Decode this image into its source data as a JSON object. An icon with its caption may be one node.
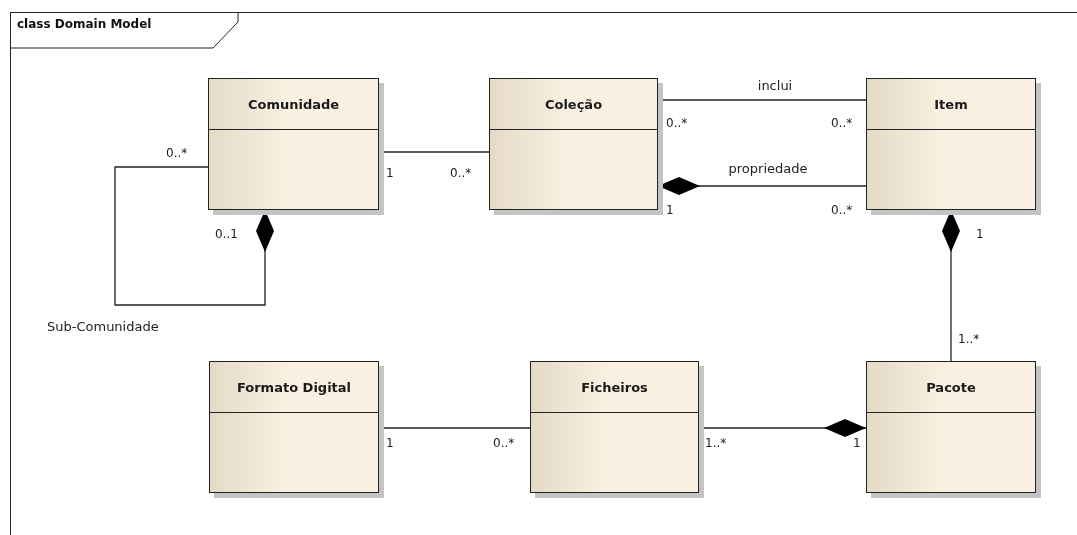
{
  "diagram": {
    "title": "class Domain Model",
    "nodes": [
      {
        "text": [
          "Comunidade"
        ]
      },
      {
        "text": [
          "Coleção"
        ]
      },
      {
        "text": [
          "Item"
        ]
      },
      {
        "text": [
          "Formato Digital"
        ]
      },
      {
        "text": [
          "Ficheiros"
        ]
      },
      {
        "text": [
          "Pacote"
        ]
      }
    ],
    "edges": [
      {
        "from": 0,
        "to": 0,
        "arrow": "other",
        "label": "Sub-Comunidade"
      },
      {
        "from": 0,
        "to": 1,
        "arrow": "none"
      },
      {
        "from": 1,
        "to": 2,
        "arrow": "none",
        "label": "inclui"
      },
      {
        "from": 2,
        "to": 1,
        "arrow": "other",
        "label": "propriedade"
      },
      {
        "from": 5,
        "to": 2,
        "arrow": "other"
      },
      {
        "from": 3,
        "to": 4,
        "arrow": "none"
      },
      {
        "from": 4,
        "to": 5,
        "arrow": "other"
      }
    ],
    "labels": [
      "0..*",
      "1",
      "0..*",
      "0..*",
      "0..*",
      "1",
      "0..*",
      "0..1",
      "1",
      "1..*",
      "1",
      "0..*",
      "1..*",
      "1"
    ]
  }
}
